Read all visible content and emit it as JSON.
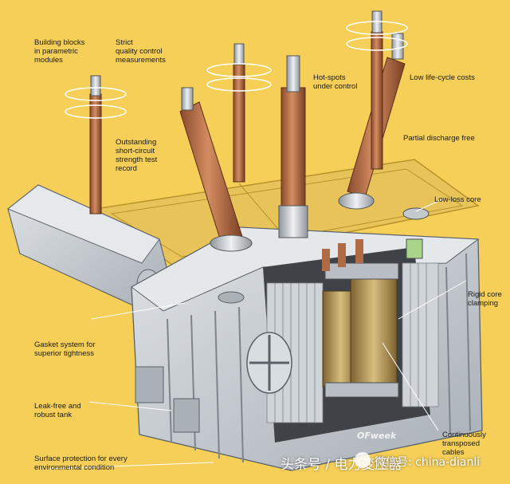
{
  "callouts": [
    {
      "id": "building-blocks",
      "text": "Building blocks\nin parametric\nmodules"
    },
    {
      "id": "strict-quality",
      "text": "Strict\nquality control\nmeasurements"
    },
    {
      "id": "hot-spots",
      "text": "Hot-spots\nunder control"
    },
    {
      "id": "life-cycle",
      "text": "Low life-cycle costs"
    },
    {
      "id": "short-circuit",
      "text": "Outstanding\nshort-circuit\nstrength test\nrecord"
    },
    {
      "id": "partial-discharge",
      "text": "Partial discharge free"
    },
    {
      "id": "low-loss-core",
      "text": "Low-loss core"
    },
    {
      "id": "rigid-core",
      "text": "Rigid core\nclamping"
    },
    {
      "id": "gasket",
      "text": "Gasket system for\nsuperior tightness"
    },
    {
      "id": "leak-free",
      "text": "Leak-free and\nrobust tank"
    },
    {
      "id": "continuously",
      "text": "Continuously\ntransposed\ncables"
    },
    {
      "id": "surface",
      "text": "Surface protection for every\nenvironmental condition"
    }
  ],
  "watermarks": {
    "toutiao": "头条号 / 电力变压器",
    "wechat": "微信号: china-dianli",
    "ofweek": "OFweek"
  },
  "colors": {
    "background": "#f5cf57",
    "tank": "#c9ced3",
    "bushing": "#b36a43",
    "winding": "#b89a5a",
    "frame": "#e9c76a"
  }
}
